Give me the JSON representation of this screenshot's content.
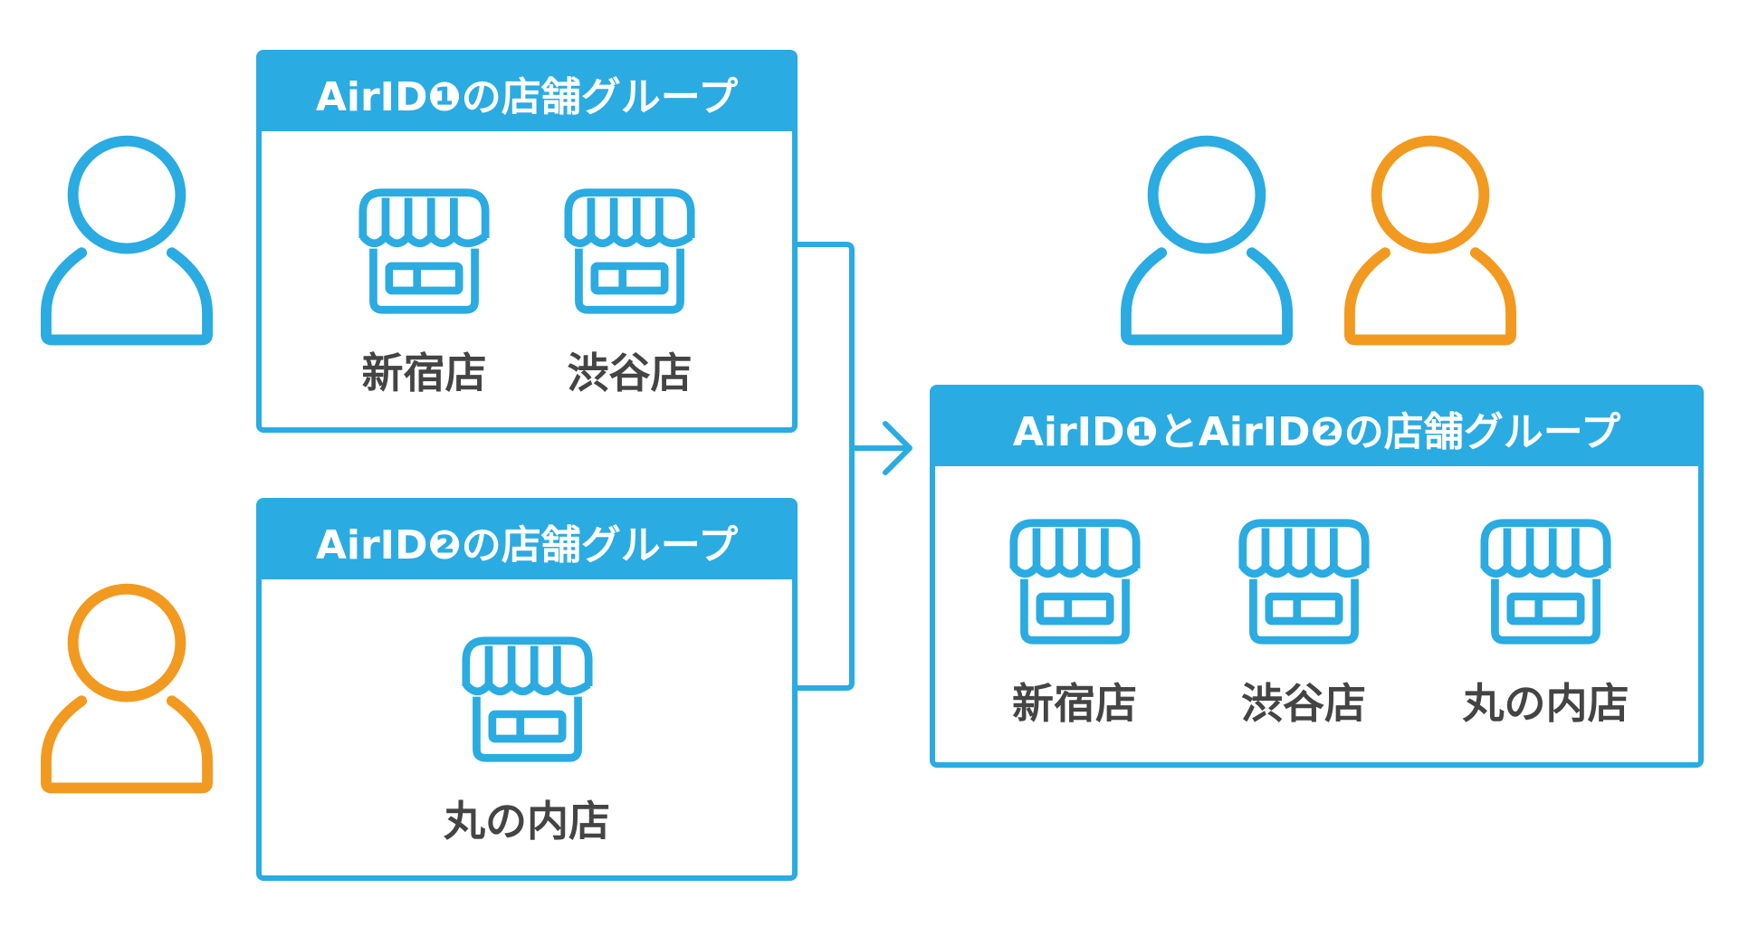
{
  "colors": {
    "blue": "#2aabe2",
    "orange": "#f29a1f",
    "label": "#444444",
    "white": "#ffffff"
  },
  "users": [
    {
      "icon": "person-icon",
      "color": "blue"
    },
    {
      "icon": "person-icon",
      "color": "orange"
    },
    {
      "icon": "person-icon",
      "color": "blue"
    },
    {
      "icon": "person-icon",
      "color": "orange"
    }
  ],
  "group1": {
    "title": "AirID❶の店舗グループ",
    "stores": [
      {
        "icon": "store-icon",
        "label": "新宿店"
      },
      {
        "icon": "store-icon",
        "label": "渋谷店"
      }
    ]
  },
  "group2": {
    "title": "AirID❷の店舗グループ",
    "stores": [
      {
        "icon": "store-icon",
        "label": "丸の内店"
      }
    ]
  },
  "combined": {
    "title": "AirID❶とAirID❷の店舗グループ",
    "stores": [
      {
        "icon": "store-icon",
        "label": "新宿店"
      },
      {
        "icon": "store-icon",
        "label": "渋谷店"
      },
      {
        "icon": "store-icon",
        "label": "丸の内店"
      }
    ]
  }
}
